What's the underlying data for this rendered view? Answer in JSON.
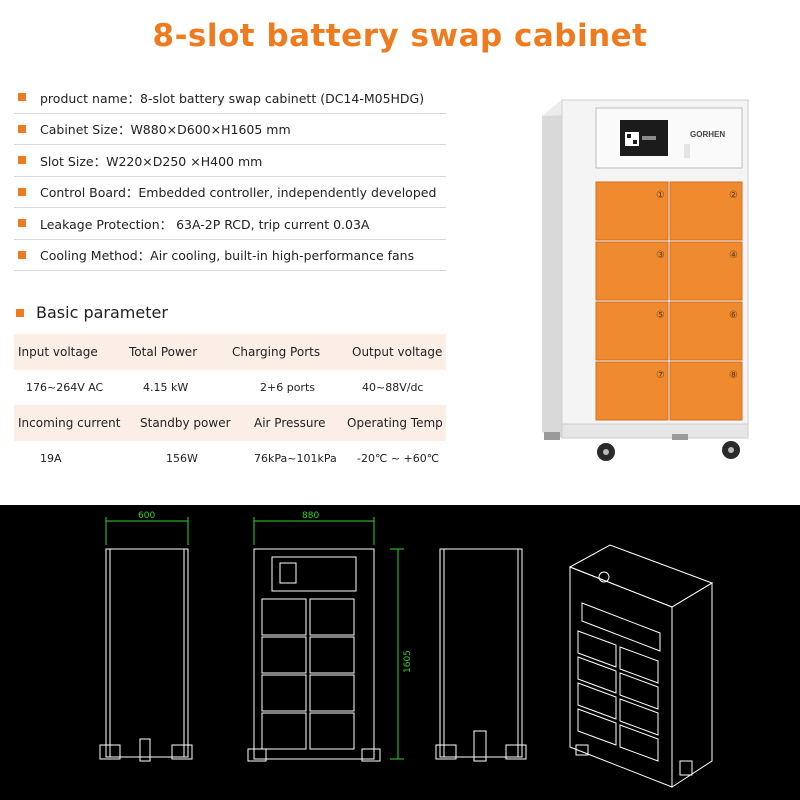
{
  "title": "8-slot battery swap cabinet",
  "specs": [
    {
      "label": "product name：8-slot battery swap cabinett (DC14-M05HDG)"
    },
    {
      "label": "Cabinet Size：W880×D600×H1605 mm"
    },
    {
      "label": "Slot Size：W220×D250 ×H400 mm"
    },
    {
      "label": "Control Board：Embedded controller, independently developed"
    },
    {
      "label": "Leakage Protection：  63A-2P RCD, trip current 0.03A"
    },
    {
      "label": "Cooling Method：Air cooling, built-in high-performance fans"
    }
  ],
  "basic": {
    "title": "Basic parameter",
    "row1_headers": [
      "Input voltage",
      "Total Power",
      "Charging Ports",
      "Output voltage"
    ],
    "row1_values": [
      "176~264V AC",
      "4.15 kW",
      "2+6 ports",
      "40~88V/dc"
    ],
    "row2_headers": [
      "Incoming current",
      "Standby power",
      "Air Pressure",
      "Operating Temp"
    ],
    "row2_values": [
      "19A",
      "156W",
      "76kPa~101kPa",
      "-20℃ ~ +60℃"
    ]
  },
  "photo": {
    "brand": "GORHEN",
    "slot_numbers": [
      "①",
      "②",
      "③",
      "④",
      "⑤",
      "⑥",
      "⑦",
      "⑧"
    ],
    "colors": {
      "door": "#f08a2e",
      "body": "#f4f4f4",
      "frame": "#e2e2e2"
    }
  },
  "drawings": {
    "side_width_label": "600",
    "front_width_label": "880",
    "height_label": "1605",
    "line_color": "#ffffff",
    "dim_color": "#2fd22f"
  }
}
